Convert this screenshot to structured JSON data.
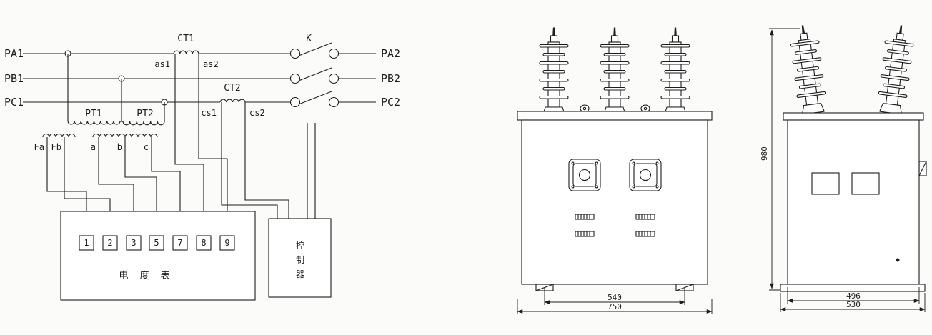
{
  "schematic": {
    "phase_inputs": [
      "PA1",
      "PB1",
      "PC1"
    ],
    "phase_outputs": [
      "PA2",
      "PB2",
      "PC2"
    ],
    "ct1": "CT1",
    "ct2": "CT2",
    "switch": "K",
    "ct1_terms": [
      "as1",
      "as2"
    ],
    "ct2_terms": [
      "cs1",
      "cs2"
    ],
    "pt1": "PT1",
    "pt2": "PT2",
    "pt_terms": [
      "Fa",
      "Fb",
      "a",
      "b",
      "c"
    ],
    "meter": {
      "terminals": [
        "1",
        "2",
        "3",
        "5",
        "7",
        "8",
        "9"
      ],
      "label": "电 度 表"
    },
    "controller_chars": [
      "控",
      "制",
      "器"
    ]
  },
  "front_view": {
    "height": "980",
    "width_inner": "540",
    "width_outer": "750"
  },
  "side_view": {
    "width_inner": "496",
    "width_outer": "530"
  }
}
